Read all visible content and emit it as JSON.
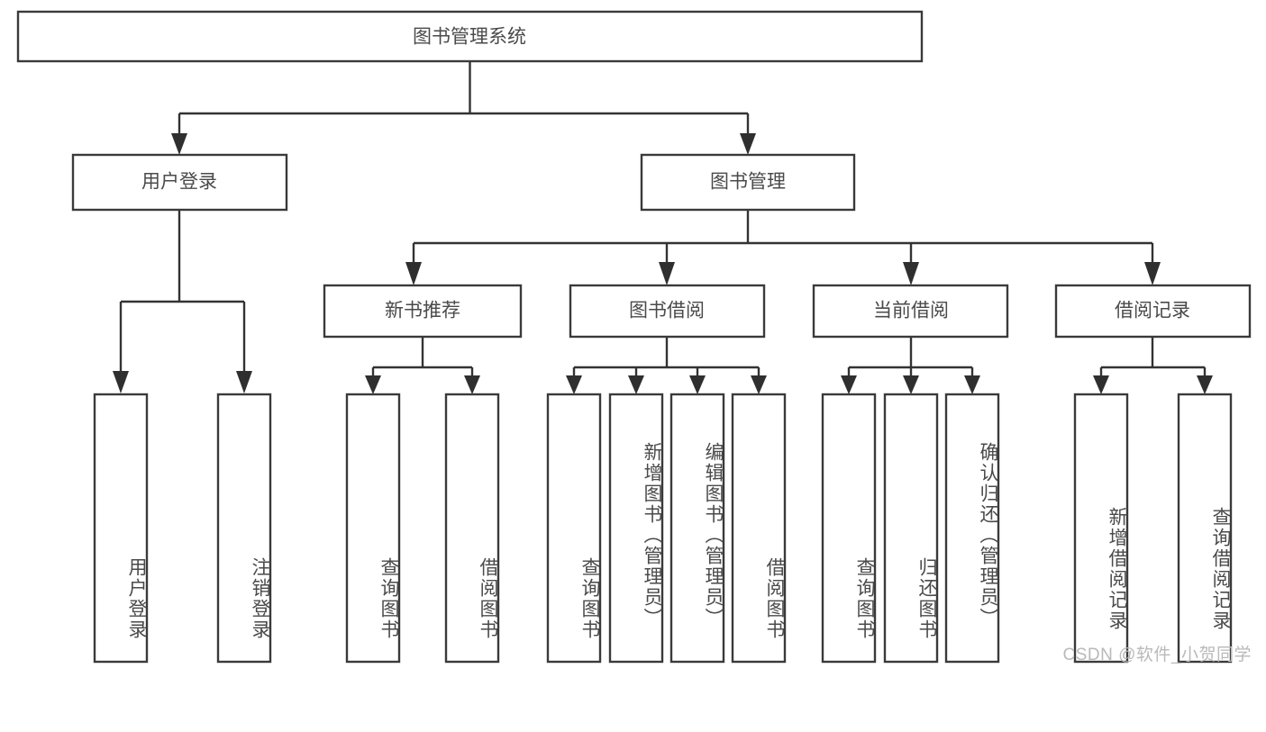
{
  "diagram": {
    "type": "tree",
    "title": "图书管理系统",
    "root": {
      "label": "图书管理系统"
    },
    "level1": [
      {
        "label": "用户登录"
      },
      {
        "label": "图书管理"
      }
    ],
    "level2": [
      {
        "label": "新书推荐"
      },
      {
        "label": "图书借阅"
      },
      {
        "label": "当前借阅"
      },
      {
        "label": "借阅记录"
      }
    ],
    "leaves": {
      "user_login": [
        {
          "label": "用户登录"
        },
        {
          "label": "注销登录"
        }
      ],
      "new_book": [
        {
          "label": "查询图书"
        },
        {
          "label": "借阅图书"
        }
      ],
      "book_borrow": [
        {
          "label": "查询图书"
        },
        {
          "label": "新增图书（管理员）"
        },
        {
          "label": "编辑图书（管理员）"
        },
        {
          "label": "借阅图书"
        }
      ],
      "current_borrow": [
        {
          "label": "查询图书"
        },
        {
          "label": "归还图书"
        },
        {
          "label": "确认归还（管理员）"
        }
      ],
      "borrow_record": [
        {
          "label": "新增借阅记录"
        },
        {
          "label": "查询借阅记录"
        }
      ]
    }
  },
  "watermark": {
    "text": "CSDN @软件_小贺同学"
  },
  "colors": {
    "box_stroke": "#3a3a3a",
    "connector": "#333333",
    "text": "#4a4a4a",
    "background": "#ffffff",
    "watermark": "#b9b9b9"
  }
}
